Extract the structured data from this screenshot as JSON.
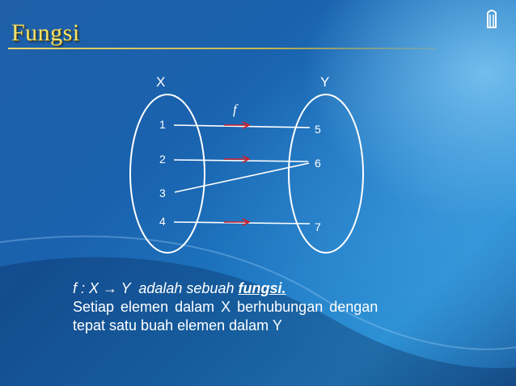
{
  "slide": {
    "title": "Fungsi",
    "logo_icon": "university-logo-icon"
  },
  "diagram": {
    "set_x": "X",
    "set_y": "Y",
    "function_label": "f",
    "domain": [
      "1",
      "2",
      "3",
      "4"
    ],
    "codomain": [
      "5",
      "6",
      "7"
    ],
    "mapping": [
      [
        "1",
        "5"
      ],
      [
        "2",
        "6"
      ],
      [
        "3",
        "6"
      ],
      [
        "4",
        "7"
      ]
    ],
    "line_color": "#ffffff",
    "arrow_color": "#d0202a"
  },
  "body": {
    "line1_prefix": "f : X → Y  adalah sebuah ",
    "line1_keyword": "fungsi.",
    "line2": "Setiap elemen dalam X berhubungan dengan",
    "line3": "tepat satu buah elemen dalam Y"
  }
}
